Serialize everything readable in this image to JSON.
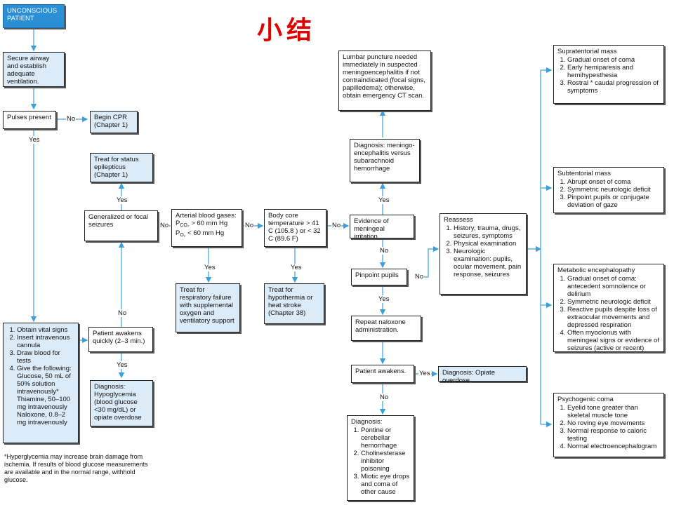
{
  "title": "小结",
  "colors": {
    "line": "#3aa0dd",
    "box_fill": "#dcebf8",
    "start_fill": "#2b8fd6",
    "title": "#e00000"
  },
  "boxes": {
    "unconscious": "UNCONSCIOUS PATIENT",
    "airway": "Secure airway and establish adequate ventilation.",
    "pulses": "Pulses present",
    "cpr": "Begin CPR (Chapter 1)",
    "status_epilepticus": "Treat for status epilepticus (Chapter 1)",
    "seizures": "Generalized or focal seizures",
    "abg_title": "Arterial blood gases:",
    "abg_p1": "P",
    "abg_s1": "CO₂",
    "abg_v1": " > 60 mm Hg",
    "abg_p2": "P",
    "abg_s2": "O₂",
    "abg_v2": " < 60 mm Hg",
    "core_temp": "Body core temperature > 41 C (105.8 ) or < 32 C (89.6 F)",
    "meningeal": "Evidence of meningeal irritation",
    "resp_failure": "Treat for respiratory failure with supplemental oxygen and ventilatory support",
    "hypothermia": "Treat for hypothermia or heat stroke (Chapter 38)",
    "awakens_quickly": "Patient awakens quickly (2–3 min.)",
    "hypoglycemia": "Diagnosis: Hypoglycemia (blood glucose <30 mg/dL) or opiate overdose",
    "lumbar": "Lumbar puncture needed immediately in suspected meningoencephalitis if not contraindicated (focal signs, papilledema); otherwise, obtain emergency CT scan.",
    "meningo_dx": "Diagnosis: meningo-encephalitis versus subarachnoid hemorrhage",
    "pinpoint": "Pinpoint pupils",
    "naloxone": "Repeat naloxone administration.",
    "patient_awakens": "Patient awakens.",
    "opiate": "Diagnosis: Opiate overdose",
    "reassess_title": "Reassess",
    "supratentorial_title": "Supratentorial mass",
    "subtentorial_title": "Subtentorial mass",
    "metabolic_title": "Metabolic encephalopathy",
    "psychogenic_title": "Psychogenic coma",
    "dx_pontine_title": "Diagnosis:"
  },
  "lists": {
    "vitals": [
      "Obtain vital signs",
      "Insert intravenous cannula",
      "Draw blood for tests",
      "Give the following: Glucose, 50 mL of 50% solution intravenously* Thiamine, 50–100 mg intravenously Naloxone, 0.8–2 mg intravenously"
    ],
    "reassess": [
      "History, trauma, drugs, seizures, symptoms",
      "Physical examination",
      "Neurologic examination: pupils, ocular movement, pain response, seizures"
    ],
    "supratentorial": [
      "Gradual onset of coma",
      "Early hemiparesis and hemihypesthesia",
      "Rostral * caudal progression of symptoms"
    ],
    "subtentorial": [
      "Abrupt onset of coma",
      "Symmetric neurologic deficit",
      "Pinpoint pupils or conjugate deviation of gaze"
    ],
    "metabolic": [
      "Gradual onset of coma: antecedent somnolence or delirium",
      "Symmetric neurologic deficit",
      "Reactive pupils despite loss of extraocular movements and depressed respiration",
      "Often myoclonus with meningeal signs or evidence of seizures (active or recent)"
    ],
    "psychogenic": [
      "Eyelid tone greater than skeletal muscle tone",
      "No roving eye movements",
      "Normal response to caloric testing",
      "Normal electroencephalogram"
    ],
    "dx_pontine": [
      "Pontine or cerebellar hemorrhage",
      "Cholinesterase inhibitor poisoning",
      "Miotic eye drops and coma of other cause"
    ]
  },
  "labels": {
    "no_cpr": "No",
    "yes_pulses": "Yes",
    "yes_seizures": "Yes",
    "no_seizures": "No",
    "no_abg": "No",
    "no_temp": "No",
    "yes_abg": "Yes",
    "yes_temp": "Yes",
    "no_awakens_quickly": "No",
    "yes_awakens_quickly": "Yes",
    "yes_meningeal": "Yes",
    "no_meningeal": "No",
    "no_pinpoint": "No",
    "yes_pinpoint": "Yes",
    "yes_awakens": "Yes",
    "no_awakens": "No"
  },
  "footnote": "*Hyperglycemia may increase brain damage from ischemia. If results of blood glucose measurements are available and in the normal range, withhold glucose."
}
